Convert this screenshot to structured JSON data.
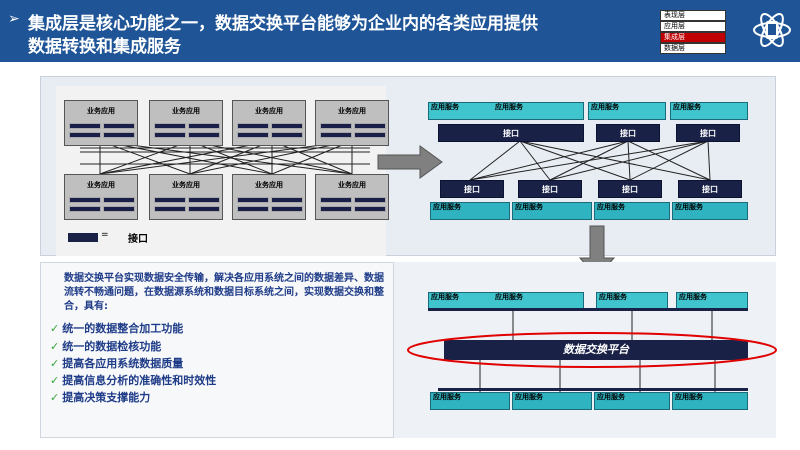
{
  "header": {
    "bullet": "➢",
    "title_line1": "集成层是核心功能之一，数据交换平台能够为企业内的各类应用提供",
    "title_line2": "数据转换和集成服务",
    "layers": [
      "表现层",
      "应用层",
      "集成层",
      "数据层"
    ],
    "highlighted_layer": "集成层",
    "logo_icon": "atom-phone-icon",
    "colors": {
      "header_bg": "#1f5597",
      "highlight": "#c00000",
      "service": "#2fb3c0",
      "interface": "#1a2147"
    }
  },
  "left_diagram": {
    "app_label": "业务应用",
    "apps_top": [
      "业务应用",
      "业务应用",
      "业务应用",
      "业务应用"
    ],
    "apps_bottom": [
      "业务应用",
      "业务应用",
      "业务应用",
      "业务应用"
    ],
    "legend_symbol": "=",
    "legend_label": "接口"
  },
  "right_diagram": {
    "top_services": [
      "应用服务",
      "应用服务",
      "应用服务",
      "应用服务"
    ],
    "top_interfaces": [
      "接口",
      "接口",
      "接口"
    ],
    "bottom_interfaces": [
      "接口",
      "接口",
      "接口",
      "接口"
    ],
    "bottom_services": [
      "应用服务",
      "应用服务",
      "应用服务",
      "应用服务"
    ]
  },
  "description": {
    "text": "数据交换平台实现数据安全传输，解决各应用系统之间的数据差异、数据流转不畅通问题，在数据源系统和数据目标系统之间，实现数据交换和整合，具有:",
    "checks": [
      "统一的数据整合加工功能",
      "统一的数据检核功能",
      "提高各应用系统数据质量",
      "提高信息分析的准确性和时效性",
      "提高决策支撑能力"
    ]
  },
  "platform_diagram": {
    "top_services": [
      "应用服务",
      "应用服务",
      "应用服务",
      "应用服务"
    ],
    "platform_label": "数据交换平台",
    "bottom_services": [
      "应用服务",
      "应用服务",
      "应用服务",
      "应用服务"
    ]
  }
}
